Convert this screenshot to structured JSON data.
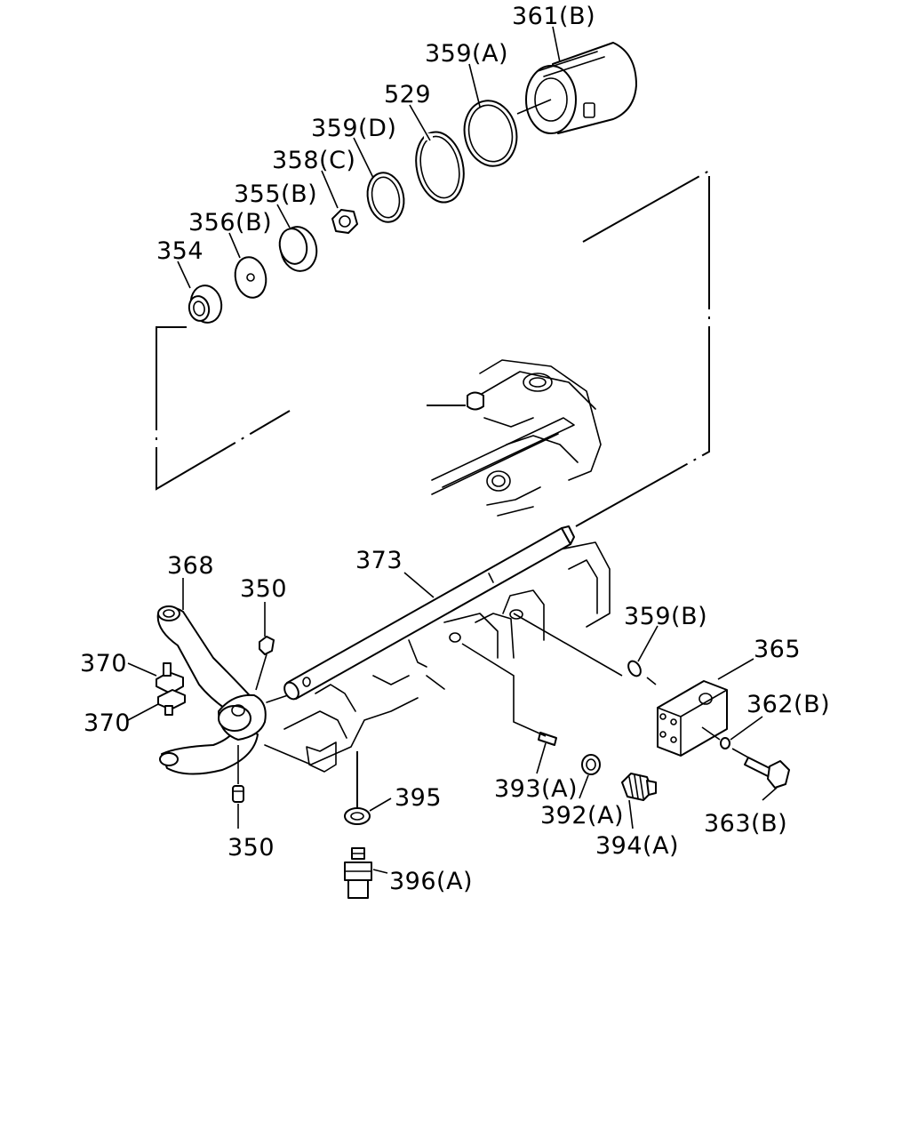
{
  "diagram": {
    "type": "exploded-parts-diagram",
    "line_color": "#000000",
    "background": "#ffffff",
    "callouts": [
      {
        "id": "361b",
        "label": "361(B)"
      },
      {
        "id": "359a",
        "label": "359(A)"
      },
      {
        "id": "529",
        "label": "529"
      },
      {
        "id": "359d",
        "label": "359(D)"
      },
      {
        "id": "358c",
        "label": "358(C)"
      },
      {
        "id": "355b",
        "label": "355(B)"
      },
      {
        "id": "356b",
        "label": "356(B)"
      },
      {
        "id": "354",
        "label": "354"
      },
      {
        "id": "373",
        "label": "373"
      },
      {
        "id": "368",
        "label": "368"
      },
      {
        "id": "350top",
        "label": "350"
      },
      {
        "id": "370top",
        "label": "370"
      },
      {
        "id": "370bot",
        "label": "370"
      },
      {
        "id": "350bot",
        "label": "350"
      },
      {
        "id": "359b",
        "label": "359(B)"
      },
      {
        "id": "365",
        "label": "365"
      },
      {
        "id": "362b",
        "label": "362(B)"
      },
      {
        "id": "363b",
        "label": "363(B)"
      },
      {
        "id": "395",
        "label": "395"
      },
      {
        "id": "393a",
        "label": "393(A)"
      },
      {
        "id": "392a",
        "label": "392(A)"
      },
      {
        "id": "394a",
        "label": "394(A)"
      },
      {
        "id": "396a",
        "label": "396(A)"
      }
    ]
  }
}
